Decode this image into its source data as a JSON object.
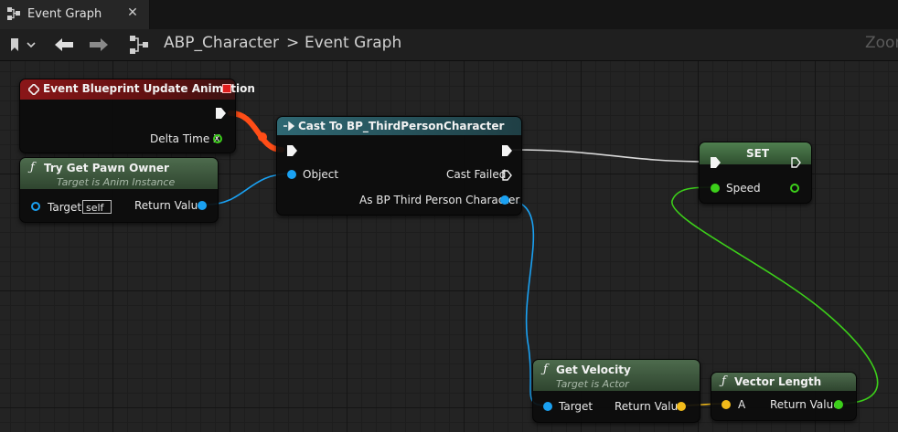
{
  "tab": {
    "title": "Event Graph",
    "close_symbol": "✕"
  },
  "breadcrumb": {
    "root": "ABP_Character",
    "separator": ">",
    "current": "Event Graph"
  },
  "zoom_label": "Zoom",
  "nodes": {
    "event_update": {
      "title": "Event Blueprint Update Animation",
      "pin_delta": "Delta Time X"
    },
    "try_get_pawn": {
      "title": "Try Get Pawn Owner",
      "subtitle": "Target is Anim Instance",
      "pin_target": "Target",
      "target_value": "self",
      "pin_return": "Return Value"
    },
    "cast": {
      "title": "Cast To BP_ThirdPersonCharacter",
      "pin_object": "Object",
      "pin_cast_failed": "Cast Failed",
      "pin_as": "As BP Third Person Character"
    },
    "set": {
      "title": "SET",
      "pin_speed": "Speed"
    },
    "get_velocity": {
      "title": "Get Velocity",
      "subtitle": "Target is Actor",
      "pin_target": "Target",
      "pin_return": "Return Value"
    },
    "vector_length": {
      "title": "Vector Length",
      "pin_a": "A",
      "pin_return": "Return Value"
    }
  },
  "colors": {
    "exec_wire": "#d8d8d8",
    "active_wire": "#ff4d17",
    "object_pin": "#1aa1f2",
    "float_pin": "#3ccf1a",
    "vector_pin": "#f2bb1a",
    "event_header": "#7a1416",
    "function_header": "#3e5a3e",
    "cast_header": "#2b5c66",
    "set_header": "#3f6b3f"
  }
}
